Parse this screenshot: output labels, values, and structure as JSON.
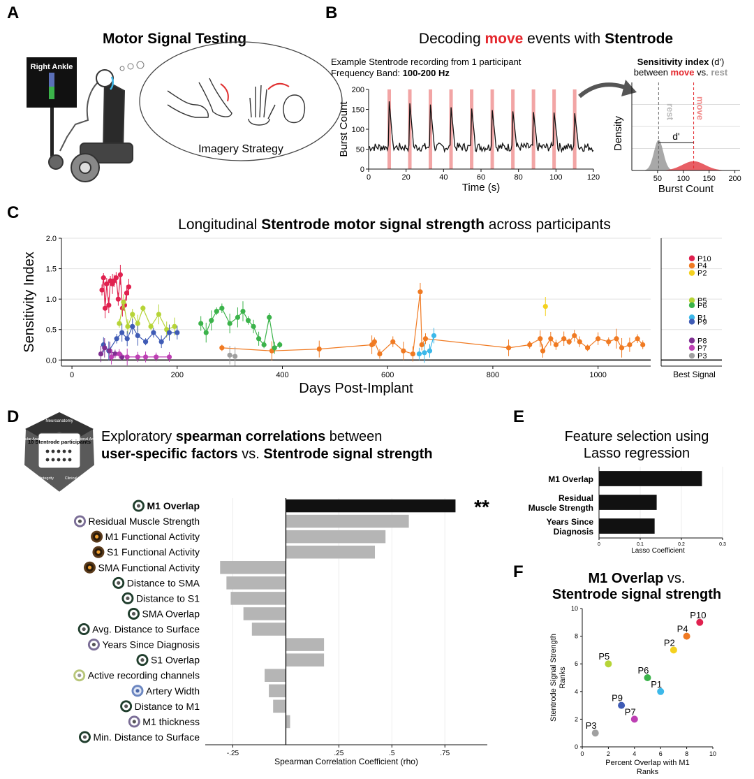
{
  "panels": {
    "A": {
      "letter": "A",
      "title": "Motor Signal Testing",
      "screen_label": "Right Ankle",
      "caption": "Imagery Strategy"
    },
    "B": {
      "letter": "B",
      "title_pre": "Decoding ",
      "title_hl": "move",
      "title_mid": " events with ",
      "title_bold": "Stentrode",
      "sub1": "Example Stentrode recording from 1 participant",
      "sub2_pre": "Frequency Band: ",
      "sub2_bold": "100-200 Hz",
      "dens_title_bold": "Sensitivity index",
      "dens_title_rest": " (d')",
      "dens_sub_pre": "between ",
      "dens_sub_move": "move",
      "dens_sub_mid": " vs. ",
      "dens_sub_rest": "rest",
      "rest_label": "rest",
      "move_label": "move",
      "dprime_label": "d'"
    },
    "C": {
      "letter": "C",
      "title_pre": "Longitudinal ",
      "title_bold": "Stentrode motor signal strength",
      "title_post": " across participants",
      "best_label": "Best Signal"
    },
    "D": {
      "letter": "D",
      "title_l1_pre": "Exploratory ",
      "title_l1_bold": "spearman correlations",
      "title_l1_post": " between",
      "title_l2_bold1": "user-specific factors",
      "title_l2_mid": " vs. ",
      "title_l2_bold2": "Stentrode signal strength",
      "hex_center": "10 Stentrode participants",
      "hex_segments": [
        "Neuroanatomy",
        "Functional Activity",
        "Clinical Condition",
        "Device Integrity",
        "Vascular Anatomy"
      ],
      "significance": "**"
    },
    "E": {
      "letter": "E",
      "title_l1": "Feature selection using",
      "title_l2": "Lasso regression"
    },
    "F": {
      "letter": "F",
      "title_l1_bold": "M1 Overlap",
      "title_l1_post": " vs.",
      "title_l2": "Stentrode signal strength"
    }
  },
  "chart_data": [
    {
      "id": "B-timeseries",
      "type": "line",
      "xlabel": "Time (s)",
      "ylabel": "Burst Count",
      "xlim": [
        0,
        120
      ],
      "ylim": [
        0,
        200
      ],
      "xticks": [
        0,
        20,
        40,
        60,
        80,
        100,
        120
      ],
      "yticks": [
        0,
        50,
        100,
        150,
        200
      ],
      "baseline": 55,
      "move_events": [
        {
          "t": 11,
          "peak": 170
        },
        {
          "t": 22,
          "peak": 165
        },
        {
          "t": 33,
          "peak": 162
        },
        {
          "t": 44,
          "peak": 155
        },
        {
          "t": 55,
          "peak": 152
        },
        {
          "t": 66,
          "peak": 148
        },
        {
          "t": 77,
          "peak": 145
        },
        {
          "t": 88,
          "peak": 143
        },
        {
          "t": 99,
          "peak": 142
        },
        {
          "t": 110,
          "peak": 140
        }
      ],
      "colors": {
        "trace": "#111111",
        "event": "#f2a5a5"
      }
    },
    {
      "id": "B-density",
      "type": "area",
      "xlabel": "Burst Count",
      "ylabel": "Density",
      "xlim": [
        0,
        210
      ],
      "xticks": [
        50,
        100,
        150,
        200
      ],
      "series": [
        {
          "name": "rest",
          "mean": 52,
          "sd": 9,
          "height": 1.0,
          "color": "#999999"
        },
        {
          "name": "move",
          "mean": 120,
          "sd": 22,
          "height": 0.3,
          "color": "#e4434a"
        }
      ],
      "rest_line": 52,
      "move_line": 120
    },
    {
      "id": "C-longitudinal",
      "type": "scatter",
      "xlabel": "Days Post-Implant",
      "ylabel": "Sensitivity Index",
      "xlim": [
        -20,
        1100
      ],
      "ylim": [
        -0.1,
        2.0
      ],
      "xticks": [
        0,
        200,
        400,
        600,
        800,
        1000
      ],
      "yticks": [
        0.0,
        0.5,
        1.0,
        1.5,
        2.0
      ],
      "series": [
        {
          "name": "P10",
          "color": "#e0214f",
          "points": [
            [
              57,
              1.15
            ],
            [
              60,
              1.35
            ],
            [
              63,
              0.85
            ],
            [
              66,
              1.25
            ],
            [
              70,
              0.9
            ],
            [
              73,
              1.3
            ],
            [
              77,
              1.25
            ],
            [
              80,
              1.3
            ],
            [
              84,
              1.35
            ],
            [
              88,
              1.0
            ],
            [
              92,
              1.4
            ],
            [
              96,
              0.85
            ],
            [
              100,
              0.9
            ],
            [
              104,
              1.1
            ],
            [
              108,
              1.2
            ]
          ]
        },
        {
          "name": "P4",
          "color": "#f07a22",
          "points": [
            [
              285,
              0.2
            ],
            [
              380,
              0.15
            ],
            [
              470,
              0.18
            ],
            [
              570,
              0.25
            ],
            [
              575,
              0.3
            ],
            [
              585,
              0.1
            ],
            [
              610,
              0.3
            ],
            [
              630,
              0.15
            ],
            [
              648,
              0.1
            ],
            [
              662,
              1.12
            ],
            [
              665,
              0.25
            ],
            [
              672,
              0.35
            ],
            [
              830,
              0.2
            ],
            [
              870,
              0.25
            ],
            [
              890,
              0.35
            ],
            [
              895,
              0.15
            ],
            [
              910,
              0.35
            ],
            [
              920,
              0.25
            ],
            [
              935,
              0.35
            ],
            [
              945,
              0.3
            ],
            [
              955,
              0.4
            ],
            [
              965,
              0.3
            ],
            [
              980,
              0.2
            ],
            [
              1000,
              0.35
            ],
            [
              1020,
              0.3
            ],
            [
              1035,
              0.35
            ],
            [
              1045,
              0.2
            ],
            [
              1060,
              0.25
            ],
            [
              1075,
              0.35
            ],
            [
              1085,
              0.25
            ]
          ]
        },
        {
          "name": "P2",
          "color": "#f4d11f",
          "points": [
            [
              900,
              0.88
            ]
          ]
        },
        {
          "name": "P5",
          "color": "#b6d437",
          "points": [
            [
              90,
              0.6
            ],
            [
              98,
              0.95
            ],
            [
              106,
              0.55
            ],
            [
              115,
              0.75
            ],
            [
              125,
              0.6
            ],
            [
              135,
              0.85
            ],
            [
              150,
              0.55
            ],
            [
              165,
              0.75
            ],
            [
              180,
              0.5
            ],
            [
              195,
              0.55
            ]
          ]
        },
        {
          "name": "P6",
          "color": "#3bb34a",
          "points": [
            [
              245,
              0.6
            ],
            [
              255,
              0.45
            ],
            [
              265,
              0.65
            ],
            [
              275,
              0.8
            ],
            [
              285,
              0.85
            ],
            [
              300,
              0.6
            ],
            [
              315,
              0.7
            ],
            [
              325,
              0.8
            ],
            [
              335,
              0.65
            ],
            [
              345,
              0.55
            ],
            [
              355,
              0.35
            ],
            [
              365,
              0.25
            ],
            [
              375,
              0.7
            ],
            [
              385,
              0.2
            ],
            [
              395,
              0.25
            ]
          ]
        },
        {
          "name": "P1",
          "color": "#3cb8e9",
          "points": [
            [
              660,
              0.1
            ],
            [
              670,
              0.12
            ],
            [
              680,
              0.15
            ],
            [
              688,
              0.4
            ]
          ]
        },
        {
          "name": "P9",
          "color": "#3f5bb5",
          "points": [
            [
              60,
              0.25
            ],
            [
              70,
              0.15
            ],
            [
              85,
              0.35
            ],
            [
              95,
              0.45
            ],
            [
              105,
              0.35
            ],
            [
              115,
              0.55
            ],
            [
              125,
              0.4
            ],
            [
              140,
              0.3
            ],
            [
              155,
              0.45
            ],
            [
              170,
              0.3
            ],
            [
              185,
              0.45
            ],
            [
              200,
              0.45
            ]
          ]
        },
        {
          "name": "P8",
          "color": "#7e2f91",
          "points": [
            [
              55,
              0.1
            ],
            [
              62,
              0.2
            ],
            [
              72,
              0.15
            ],
            [
              82,
              0.1
            ],
            [
              95,
              0.05
            ]
          ]
        },
        {
          "name": "P7",
          "color": "#bd3fb3",
          "points": [
            [
              75,
              0.05
            ],
            [
              90,
              0.1
            ],
            [
              105,
              0.05
            ],
            [
              125,
              0.05
            ],
            [
              140,
              0.05
            ],
            [
              160,
              0.05
            ],
            [
              185,
              0.05
            ]
          ]
        },
        {
          "name": "P3",
          "color": "#a0a0a0",
          "points": [
            [
              300,
              0.08
            ],
            [
              310,
              0.06
            ]
          ]
        }
      ],
      "best_signal": [
        {
          "name": "P10",
          "value": 1.67
        },
        {
          "name": "P4",
          "value": 1.55
        },
        {
          "name": "P2",
          "value": 1.43
        },
        {
          "name": "P5",
          "value": 0.98
        },
        {
          "name": "P6",
          "value": 0.9
        },
        {
          "name": "P1",
          "value": 0.7
        },
        {
          "name": "P9",
          "value": 0.63
        },
        {
          "name": "P8",
          "value": 0.32
        },
        {
          "name": "P7",
          "value": 0.2
        },
        {
          "name": "P3",
          "value": 0.07
        }
      ]
    },
    {
      "id": "D-spearman",
      "type": "bar",
      "orientation": "horizontal",
      "xlabel": "Spearman Correlation Coefficient (rho)",
      "xlim": [
        -0.38,
        0.95
      ],
      "xticks": [
        -0.25,
        0.25,
        0.5,
        0.75
      ],
      "xticklabels": [
        "-.25",
        ".25",
        ".5",
        ".75"
      ],
      "categories": [
        {
          "label": "M1 Overlap",
          "value": 0.8,
          "icon": "brain-icon",
          "bold": true
        },
        {
          "label": "Residual Muscle Strength",
          "value": 0.58,
          "icon": "clinical-icon"
        },
        {
          "label": "M1 Functional Activity",
          "value": 0.47,
          "icon": "fmri-icon"
        },
        {
          "label": "S1 Functional Activity",
          "value": 0.42,
          "icon": "fmri-icon"
        },
        {
          "label": "SMA Functional Activity",
          "value": -0.31,
          "icon": "fmri-icon"
        },
        {
          "label": "Distance to SMA",
          "value": -0.28,
          "icon": "brain-icon"
        },
        {
          "label": "Distance to S1",
          "value": -0.26,
          "icon": "brain-icon"
        },
        {
          "label": "SMA Overlap",
          "value": -0.2,
          "icon": "brain-icon"
        },
        {
          "label": "Avg. Distance to Surface",
          "value": -0.16,
          "icon": "brain-icon"
        },
        {
          "label": "Years Since Diagnosis",
          "value": 0.18,
          "icon": "clinical-icon"
        },
        {
          "label": "S1 Overlap",
          "value": 0.18,
          "icon": "brain-icon"
        },
        {
          "label": "Active recording channels",
          "value": -0.1,
          "icon": "device-icon"
        },
        {
          "label": "Artery Width",
          "value": -0.08,
          "icon": "vascular-icon"
        },
        {
          "label": "Distance to M1",
          "value": -0.06,
          "icon": "brain-icon"
        },
        {
          "label": "M1 thickness",
          "value": 0.02,
          "icon": "clinical-icon"
        },
        {
          "label": "Min. Distance to Surface",
          "value": 0.0,
          "icon": "brain-icon"
        }
      ],
      "colors": {
        "top": "#111111",
        "other": "#b5b5b5"
      }
    },
    {
      "id": "E-lasso",
      "type": "bar",
      "orientation": "horizontal",
      "xlabel": "Lasso Coefficient",
      "xlim": [
        0,
        0.3
      ],
      "xticks": [
        0,
        0.1,
        0.2,
        0.3
      ],
      "xticklabels": [
        "0",
        "0.1",
        "0.2",
        "0.3"
      ],
      "categories": [
        {
          "label": [
            "M1 Overlap"
          ],
          "value": 0.25
        },
        {
          "label": [
            "Residual",
            "Muscle Strength"
          ],
          "value": 0.14
        },
        {
          "label": [
            "Years Since",
            "Diagnosis"
          ],
          "value": 0.135
        }
      ]
    },
    {
      "id": "F-ranks",
      "type": "scatter",
      "xlabel": "Percent Overlap with M1 Ranks",
      "ylabel": "Stentrode Signal Strength Ranks",
      "xlim": [
        0,
        10
      ],
      "ylim": [
        0,
        10
      ],
      "xticks": [
        0,
        2,
        4,
        6,
        8,
        10
      ],
      "yticks": [
        0,
        2,
        4,
        6,
        8,
        10
      ],
      "points": [
        {
          "name": "P10",
          "x": 9,
          "y": 9,
          "color": "#e0214f"
        },
        {
          "name": "P4",
          "x": 8,
          "y": 8,
          "color": "#f07a22"
        },
        {
          "name": "P2",
          "x": 7,
          "y": 7,
          "color": "#f4d11f"
        },
        {
          "name": "P5",
          "x": 2,
          "y": 6,
          "color": "#b6d437"
        },
        {
          "name": "P6",
          "x": 5,
          "y": 5,
          "color": "#3bb34a"
        },
        {
          "name": "P1",
          "x": 6,
          "y": 4,
          "color": "#3cb8e9"
        },
        {
          "name": "P9",
          "x": 3,
          "y": 3,
          "color": "#3f5bb5"
        },
        {
          "name": "P7",
          "x": 4,
          "y": 2,
          "color": "#bd3fb3"
        },
        {
          "name": "P3",
          "x": 1,
          "y": 1,
          "color": "#a0a0a0"
        }
      ]
    }
  ]
}
